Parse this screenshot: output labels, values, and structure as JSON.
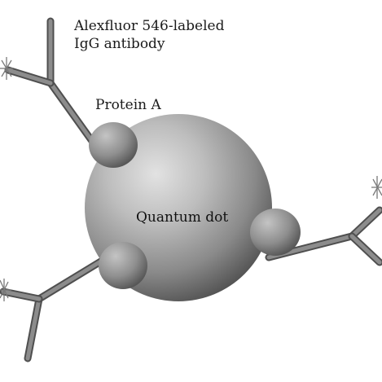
{
  "labels": {
    "antibody_line1": "Alexfluor 546-labeled",
    "antibody_line2": "IgG antibody",
    "protein": "Protein A",
    "core": "Quantum dot"
  },
  "colors": {
    "background": "#ffffff",
    "antibody_stroke": "#5a5a5a",
    "sphere_light": "#dcdcdc",
    "sphere_dark": "#444444",
    "protein_light": "#b8b8b8",
    "protein_dark": "#4e4e4e"
  }
}
